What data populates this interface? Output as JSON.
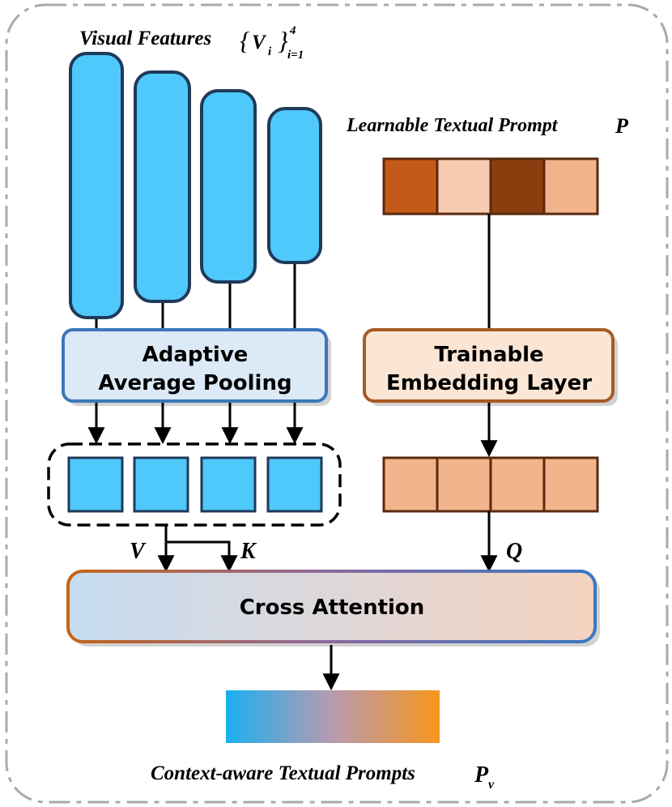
{
  "colors": {
    "visual_blue": "#4fc8fb",
    "visual_stroke": "#1f3a5a",
    "pooling_fill": "#dce9f7",
    "pooling_stroke": "#3c78b8",
    "embed_fill": "#fbe6d6",
    "embed_stroke": "#a85a26",
    "prompt_cells": [
      "#c45a18",
      "#f6cbaf",
      "#8a3e10",
      "#f2b48a"
    ],
    "embedded_cell": "#f2b48a",
    "output_gradient": [
      "#1ab0ee",
      "#f7961d"
    ]
  },
  "labels": {
    "visual_features": "Visual Features",
    "visual_features_math": "{V_i}_{i=1}^4",
    "learnable_prompt": "Learnable Textual Prompt",
    "learnable_prompt_symbol": "P",
    "pooling_line1": "Adaptive",
    "pooling_line2": "Average Pooling",
    "embedding_line1": "Trainable",
    "embedding_line2": "Embedding Layer",
    "value": "V",
    "key": "K",
    "query": "Q",
    "cross_attention": "Cross Attention",
    "output": "Context-aware Textual Prompts",
    "output_symbol": "P",
    "output_subscript": "v"
  }
}
